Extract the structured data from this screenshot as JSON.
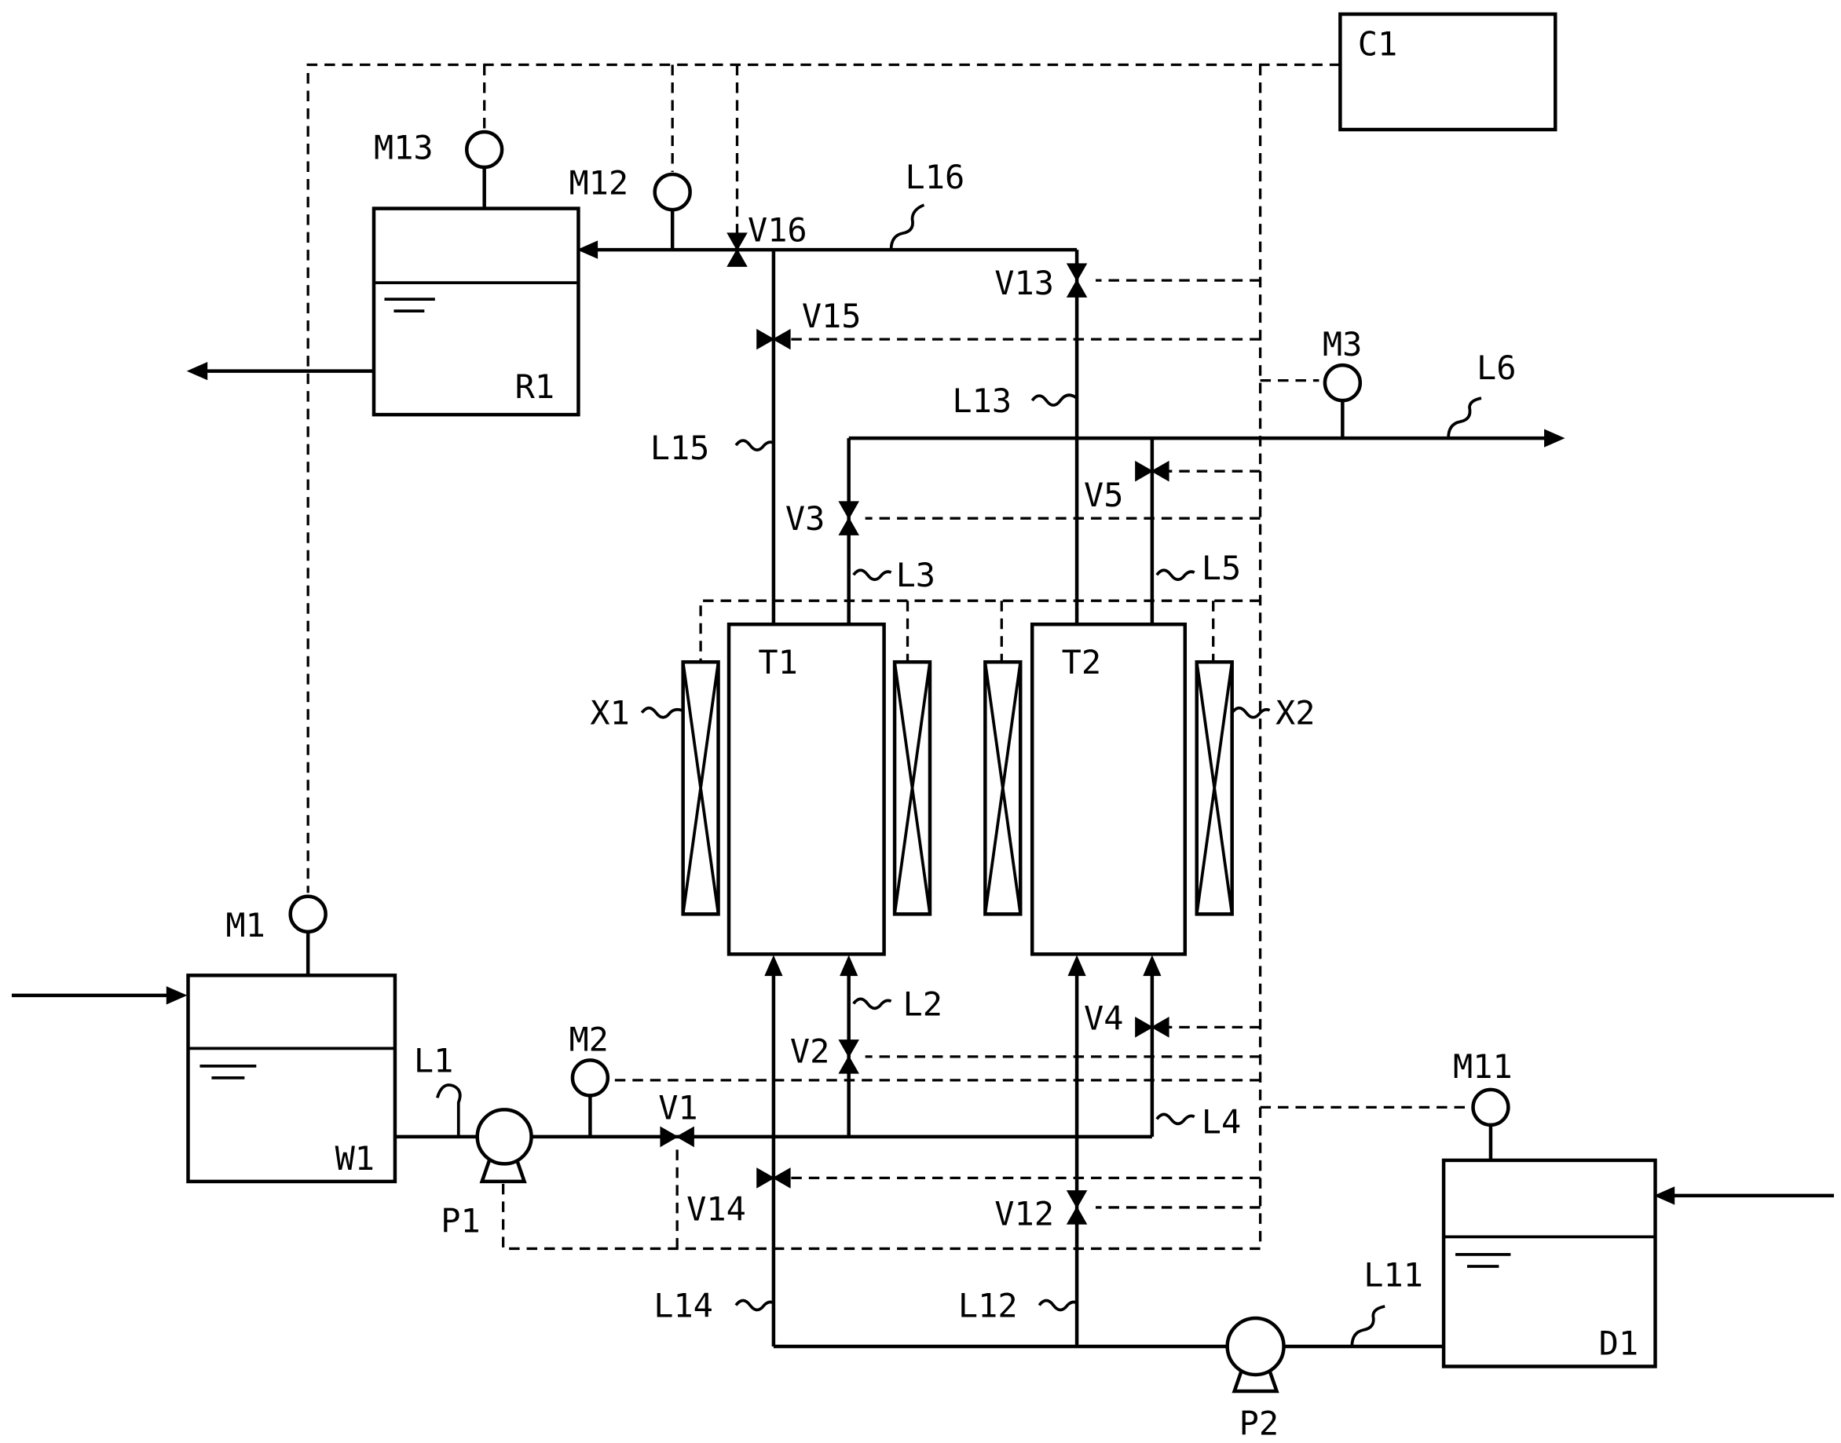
{
  "labels": {
    "C1": "C1",
    "R1": "R1",
    "W1": "W1",
    "D1": "D1",
    "T1": "T1",
    "T2": "T2",
    "X1": "X1",
    "X2": "X2",
    "P1": "P1",
    "P2": "P2",
    "M1": "M1",
    "M2": "M2",
    "M3": "M3",
    "M11": "M11",
    "M12": "M12",
    "M13": "M13",
    "V1": "V1",
    "V2": "V2",
    "V3": "V3",
    "V4": "V4",
    "V5": "V5",
    "V12": "V12",
    "V13": "V13",
    "V14": "V14",
    "V15": "V15",
    "V16": "V16",
    "L1": "L1",
    "L2": "L2",
    "L3": "L3",
    "L4": "L4",
    "L5": "L5",
    "L6": "L6",
    "L11": "L11",
    "L12": "L12",
    "L13": "L13",
    "L14": "L14",
    "L15": "L15",
    "L16": "L16"
  }
}
